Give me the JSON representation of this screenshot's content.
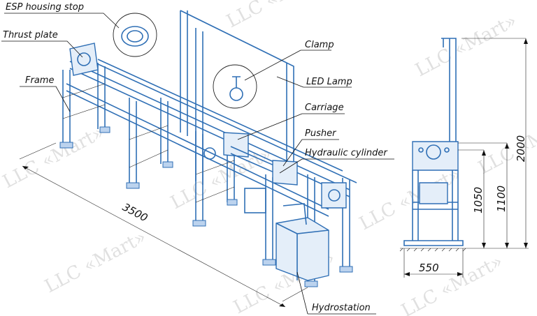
{
  "watermark": "LLC «Mart»",
  "labels": {
    "esp_housing_stop": "ESP housing stop",
    "thrust_plate": "Thrust plate",
    "frame": "Frame",
    "clamp": "Clamp",
    "led_lamp": "LED Lamp",
    "carriage": "Carriage",
    "pusher": "Pusher",
    "hydraulic_cylinder": "Hydraulic cylinder",
    "hydrostation": "Hydrostation"
  },
  "dimensions": {
    "length": "3500",
    "height_total": "2000",
    "height_1100": "1100",
    "height_1050": "1050",
    "width": "550"
  },
  "colors": {
    "outline_blue": "#2f6fb5",
    "line_dark": "#222222",
    "watermark_gray": "#c8c8c8"
  }
}
